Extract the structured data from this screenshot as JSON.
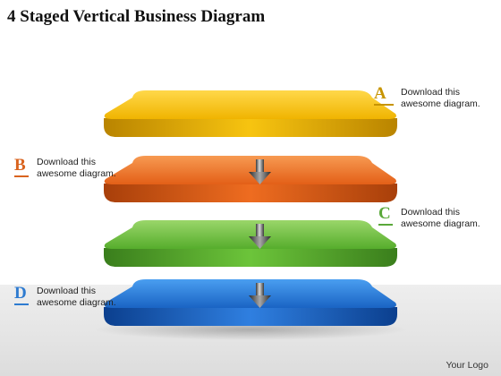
{
  "title": "4 Staged Vertical Business Diagram",
  "stages": [
    {
      "letter": "A",
      "text": "Download this awesome diagram.",
      "color": "#F0B800",
      "letter_color": "#C79400"
    },
    {
      "letter": "B",
      "text": "Download this awesome diagram.",
      "color": "#E8601A",
      "letter_color": "#D9631E"
    },
    {
      "letter": "C",
      "text": "Download this awesome diagram.",
      "color": "#5BB534",
      "letter_color": "#5AA83A"
    },
    {
      "letter": "D",
      "text": "Download this awesome diagram.",
      "color": "#1565C8",
      "letter_color": "#2E7BD0"
    }
  ],
  "logo": "Your Logo"
}
